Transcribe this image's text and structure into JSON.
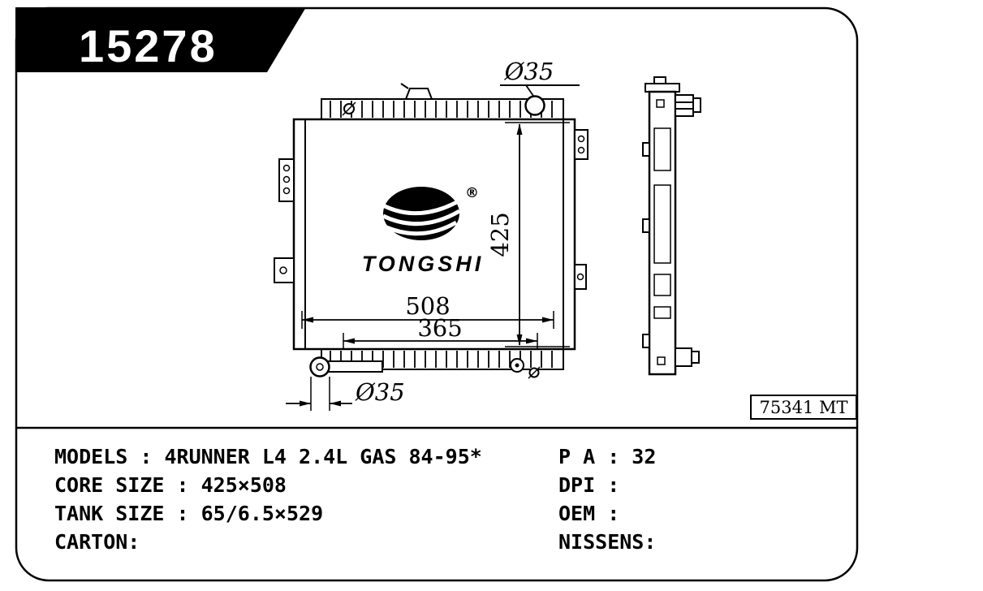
{
  "badge": {
    "part_number": "15278"
  },
  "logo": {
    "brand": "TONGSHI",
    "registered": "®"
  },
  "dimensions": {
    "width": "508",
    "inner_width": "365",
    "height": "425",
    "top_pipe_diameter": "Ø35",
    "bottom_pipe_diameter": "Ø35"
  },
  "reference": {
    "code": "75341 MT"
  },
  "specs": {
    "left": [
      "MODELS : 4RUNNER L4 2.4L GAS 84-95*",
      "CORE SIZE : 425×508",
      "TANK SIZE : 65/6.5×529",
      "CARTON:"
    ],
    "right": [
      "P A : 32",
      "DPI :",
      "OEM :",
      "NISSENS:"
    ]
  },
  "colors": {
    "ink": "#000000",
    "paper": "#ffffff"
  }
}
